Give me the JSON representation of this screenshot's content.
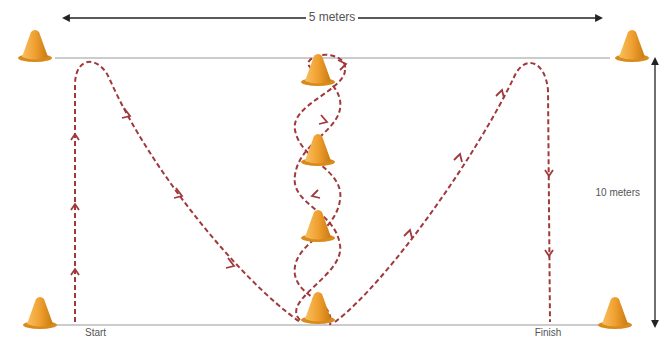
{
  "diagram": {
    "labels": [
      "5 meters",
      "10 meters",
      "Start",
      "Finish"
    ]
  }
}
